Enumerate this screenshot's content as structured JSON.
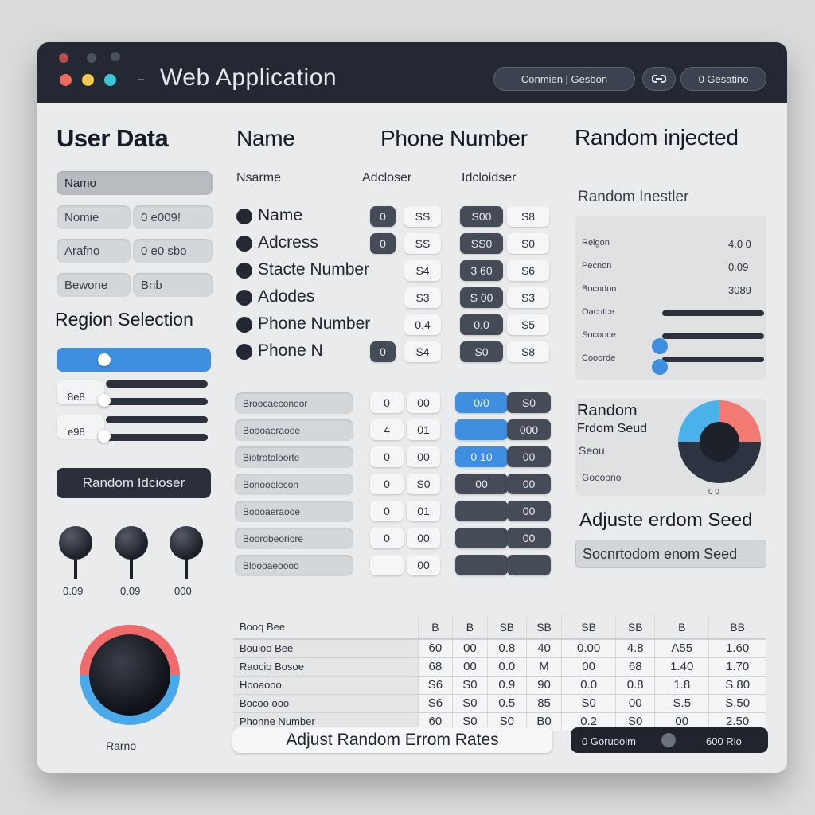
{
  "window": {
    "title": "Web Application",
    "search_button": "Conmien | Gesbon",
    "link_icon": "link-icon",
    "settings_button": "0 Gesatino",
    "colors": {
      "titlebar": "#232833",
      "accent_blue": "#3f8fe0",
      "accent_red": "#f06b6b"
    }
  },
  "user_data": {
    "heading": "User Data",
    "fields": [
      {
        "label": "Namo",
        "value": ""
      },
      {
        "label": "Nomie",
        "value": "0 e009!"
      },
      {
        "label": "Arafno",
        "value": "0 e0 sbo"
      },
      {
        "label": "Bewone",
        "value": "Bnb"
      }
    ],
    "region_heading": "Region Selection",
    "region_rows": [
      "8e8",
      "e98"
    ],
    "random_button": "Random Idcioser",
    "knob_values": [
      "0.09",
      "0.09",
      "000"
    ],
    "dial_label": "Rarno"
  },
  "columns": {
    "name_header": "Name",
    "phone_header": "Phone Number",
    "sub_left": "Nsarme",
    "sub_mid": "Adcloser",
    "sub_right": "Idcloidser",
    "rows": [
      {
        "label": "Name",
        "a": "0",
        "b": "SS",
        "c": "S00",
        "d": "S8"
      },
      {
        "label": "Adcress",
        "a": "0",
        "b": "SS",
        "c": "SS0",
        "d": "S0"
      },
      {
        "label": "Stacte Number",
        "a": "",
        "b": "S4",
        "c": "3 60",
        "d": "S6"
      },
      {
        "label": "Adodes",
        "a": "",
        "b": "S3",
        "c": "S 00",
        "d": "S3"
      },
      {
        "label": "Phone Number",
        "a": "",
        "b": "0.4",
        "c": "0.0",
        "d": "S5"
      },
      {
        "label": "Phone N",
        "a": "0",
        "b": "S4",
        "c": "S0",
        "d": "S8"
      }
    ],
    "lower_rows": [
      {
        "label": "Broocaeconeor",
        "a": "0",
        "b": "00",
        "c": "0/0",
        "d": "S0"
      },
      {
        "label": "Boooaeraooe",
        "a": "4",
        "b": "01",
        "c": "",
        "d": "000"
      },
      {
        "label": "Biotrotoloorte",
        "a": "0",
        "b": "00",
        "c": "0 10",
        "d": "00"
      },
      {
        "label": "Bonooelecon",
        "a": "0",
        "b": "S0",
        "c": "00",
        "d": "00"
      },
      {
        "label": "Boooaeraooe",
        "a": "0",
        "b": "01",
        "c": "",
        "d": "00"
      },
      {
        "label": "Boorobeoriore",
        "a": "0",
        "b": "00",
        "c": "",
        "d": "00"
      },
      {
        "label": "Bloooaeoooo",
        "a": "",
        "b": "00",
        "c": "",
        "d": ""
      }
    ]
  },
  "random_panel": {
    "heading": "Random injected",
    "sub_heading": "Random Inestler",
    "rows": [
      {
        "label": "Reigon",
        "value": "4.0 0"
      },
      {
        "label": "Pecnon",
        "value": "0.09"
      },
      {
        "label": "Bocndon",
        "value": "3089"
      },
      {
        "label": "Oacutce",
        "value": ""
      },
      {
        "label": "Socooce",
        "value": ""
      },
      {
        "label": "Cooorde",
        "value": ""
      }
    ],
    "slider_levels": [
      0.78,
      0.0,
      0.0
    ]
  },
  "seed_panel": {
    "title_line1": "Random",
    "title_line2": "Frdom Seud",
    "rows": [
      "Seou",
      "Goeoono"
    ],
    "pie_label": "0 0",
    "adjust_heading": "Adjuste erdom Seed",
    "seed_field": "Socnrtodom enom Seed"
  },
  "table": {
    "headers": [
      "Booq Bee",
      "B",
      "B",
      "SB",
      "SB",
      "SB",
      "SB",
      "B",
      "BB"
    ],
    "rows": [
      [
        "Bouloo Bee",
        "60",
        "00",
        "0.8",
        "40",
        "0.00",
        "4.8",
        "A55",
        "1.60"
      ],
      [
        "Raocio Bosoe",
        "68",
        "00",
        "0.0",
        "M",
        "00",
        "68",
        "1.40",
        "1.70"
      ],
      [
        "Hooaooo",
        "S6",
        "S0",
        "0.9",
        "90",
        "0.0",
        "0.8",
        "1.8",
        "S.80"
      ],
      [
        "Bocoo ooo",
        "S6",
        "S0",
        "0.5",
        "85",
        "S0",
        "00",
        "S.5",
        "S.50"
      ],
      [
        "Phonne Number",
        "60",
        "S0",
        "S0",
        "B0",
        "0.2",
        "S0",
        "00",
        "2.50"
      ]
    ]
  },
  "footer": {
    "adjust_button": "Adjust Random Errom Rates",
    "left_chip": "0 Goruooim",
    "right_chip": "600 Rio"
  }
}
